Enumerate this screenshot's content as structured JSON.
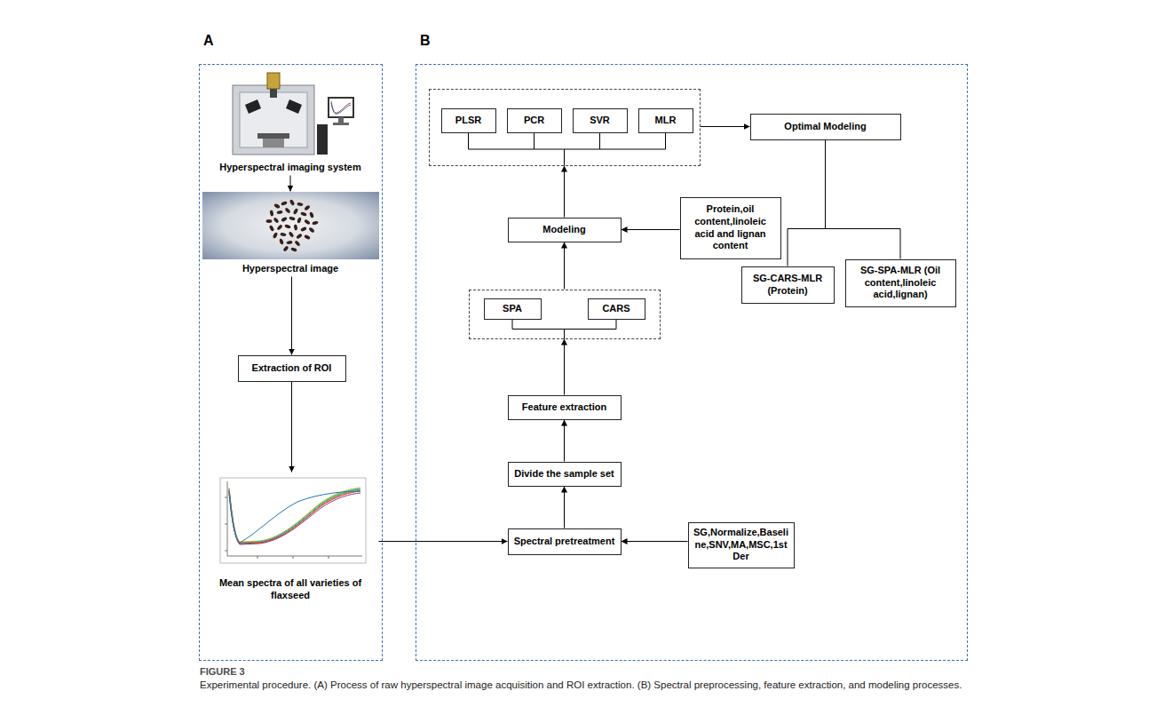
{
  "diagram": {
    "caption": "Experimental procedure. (A) Process of raw hyperspectral image acquisition and ROI extraction. (B) Spectral preprocessing, feature extraction, and modeling processes.",
    "nodes": [
      {
        "text": [
          "A"
        ]
      },
      {
        "text": [
          "Hyperspectral imaging system"
        ],
        "in": 0
      },
      {
        "text": [
          "Hyperspectral image"
        ],
        "in": 0
      },
      {
        "text": [
          "Extraction of ROI"
        ],
        "in": 0
      },
      {
        "text": [
          "Mean spectra of all varieties of flaxseed"
        ],
        "in": 0
      },
      {
        "text": [
          "B"
        ]
      },
      {
        "text": [],
        "in": 5
      },
      {
        "text": [
          "PLSR"
        ],
        "in": 6
      },
      {
        "text": [
          "PCR"
        ],
        "in": 6
      },
      {
        "text": [
          "SVR"
        ],
        "in": 6
      },
      {
        "text": [
          "MLR"
        ],
        "in": 6
      },
      {
        "text": [
          "Optimal Modeling"
        ],
        "in": 5
      },
      {
        "text": [
          "Modeling"
        ],
        "in": 5
      },
      {
        "text": [
          "Protein,oil content,linoleic acid and lignan content"
        ],
        "in": 5
      },
      {
        "text": [
          "SG-CARS-MLR (Protein)"
        ],
        "in": 5
      },
      {
        "text": [
          "SG-SPA-MLR (Oil content,linoleic acid,lignan)"
        ],
        "in": 5
      },
      {
        "text": [],
        "in": 5
      },
      {
        "text": [
          "SPA"
        ],
        "in": 16
      },
      {
        "text": [
          "CARS"
        ],
        "in": 16
      },
      {
        "text": [
          "Feature extraction"
        ],
        "in": 5
      },
      {
        "text": [
          "Divide the sample set"
        ],
        "in": 5
      },
      {
        "text": [
          "Spectral pretreatment"
        ],
        "in": 5
      },
      {
        "text": [
          "SG,Normalize,Baseline,SNV,MA,MSC,1st Der"
        ],
        "in": 5
      }
    ],
    "edges": [
      {
        "from": 1,
        "to": 2,
        "arrow": "to"
      },
      {
        "from": 2,
        "to": 3,
        "arrow": "to"
      },
      {
        "from": 3,
        "to": 4,
        "arrow": "to"
      },
      {
        "from": 4,
        "to": 21,
        "arrow": "to"
      },
      {
        "from": 22,
        "to": 21,
        "arrow": "to"
      },
      {
        "from": 21,
        "to": 20,
        "arrow": "to"
      },
      {
        "from": 20,
        "to": 19,
        "arrow": "to"
      },
      {
        "from": 19,
        "to": 16,
        "arrow": "to"
      },
      {
        "from": 16,
        "to": 12,
        "arrow": "to"
      },
      {
        "from": 13,
        "to": 12,
        "arrow": "to"
      },
      {
        "from": 12,
        "to": 6,
        "arrow": "to"
      },
      {
        "from": 6,
        "to": 11,
        "arrow": "to"
      },
      {
        "from": 11,
        "to": 14,
        "arrow": "none"
      },
      {
        "from": 11,
        "to": 15,
        "arrow": "none"
      }
    ],
    "labels": [
      "FIGURE 3"
    ]
  }
}
